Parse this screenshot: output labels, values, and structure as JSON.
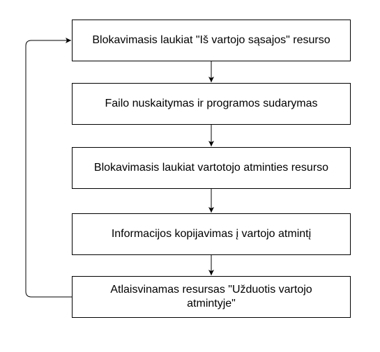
{
  "steps": [
    "Blokavimasis laukiat \"Iš vartojo sąsajos\" resurso",
    "Failo nuskaitymas ir programos sudarymas",
    "Blokavimasis laukiat vartotojo atminties resurso",
    "Informacijos kopijavimas į vartojo atmintį",
    "Atlaisvinamas resursas \"Užduotis vartojo atmintyje\""
  ]
}
